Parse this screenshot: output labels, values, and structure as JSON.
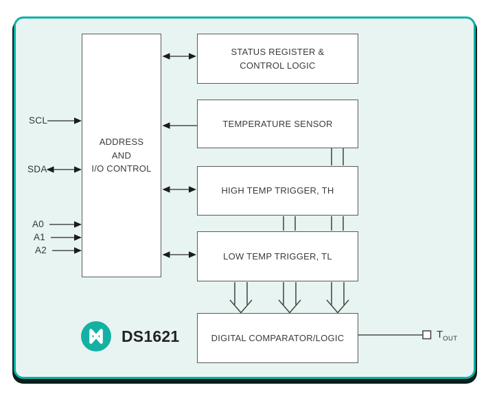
{
  "chip": {
    "name": "DS1621"
  },
  "logo": {
    "icon": "maxim-logo"
  },
  "blocks": {
    "address": {
      "label": "ADDRESS\nAND\nI/O CONTROL"
    },
    "status": {
      "label": "STATUS REGISTER &\nCONTROL LOGIC"
    },
    "temp": {
      "label": "TEMPERATURE SENSOR"
    },
    "high": {
      "label": "HIGH TEMP TRIGGER, TH"
    },
    "low": {
      "label": "LOW TEMP TRIGGER, TL"
    },
    "digital": {
      "label": "DIGITAL COMPARATOR/LOGIC"
    }
  },
  "pins": {
    "scl": "SCL",
    "sda": "SDA",
    "a0": "A0",
    "a1": "A1",
    "a2": "A2",
    "tout_main": "T",
    "tout_sub": "OUT"
  },
  "colors": {
    "panel_fill": "#e7f4f1",
    "panel_border": "#0db1a5",
    "block_border": "#595959",
    "wire": "#4a4a4a",
    "arrowhead": "#1c1c1c",
    "text": "#3a3a3a",
    "logo_teal": "#14b1a3",
    "brand_text": "#232323"
  }
}
